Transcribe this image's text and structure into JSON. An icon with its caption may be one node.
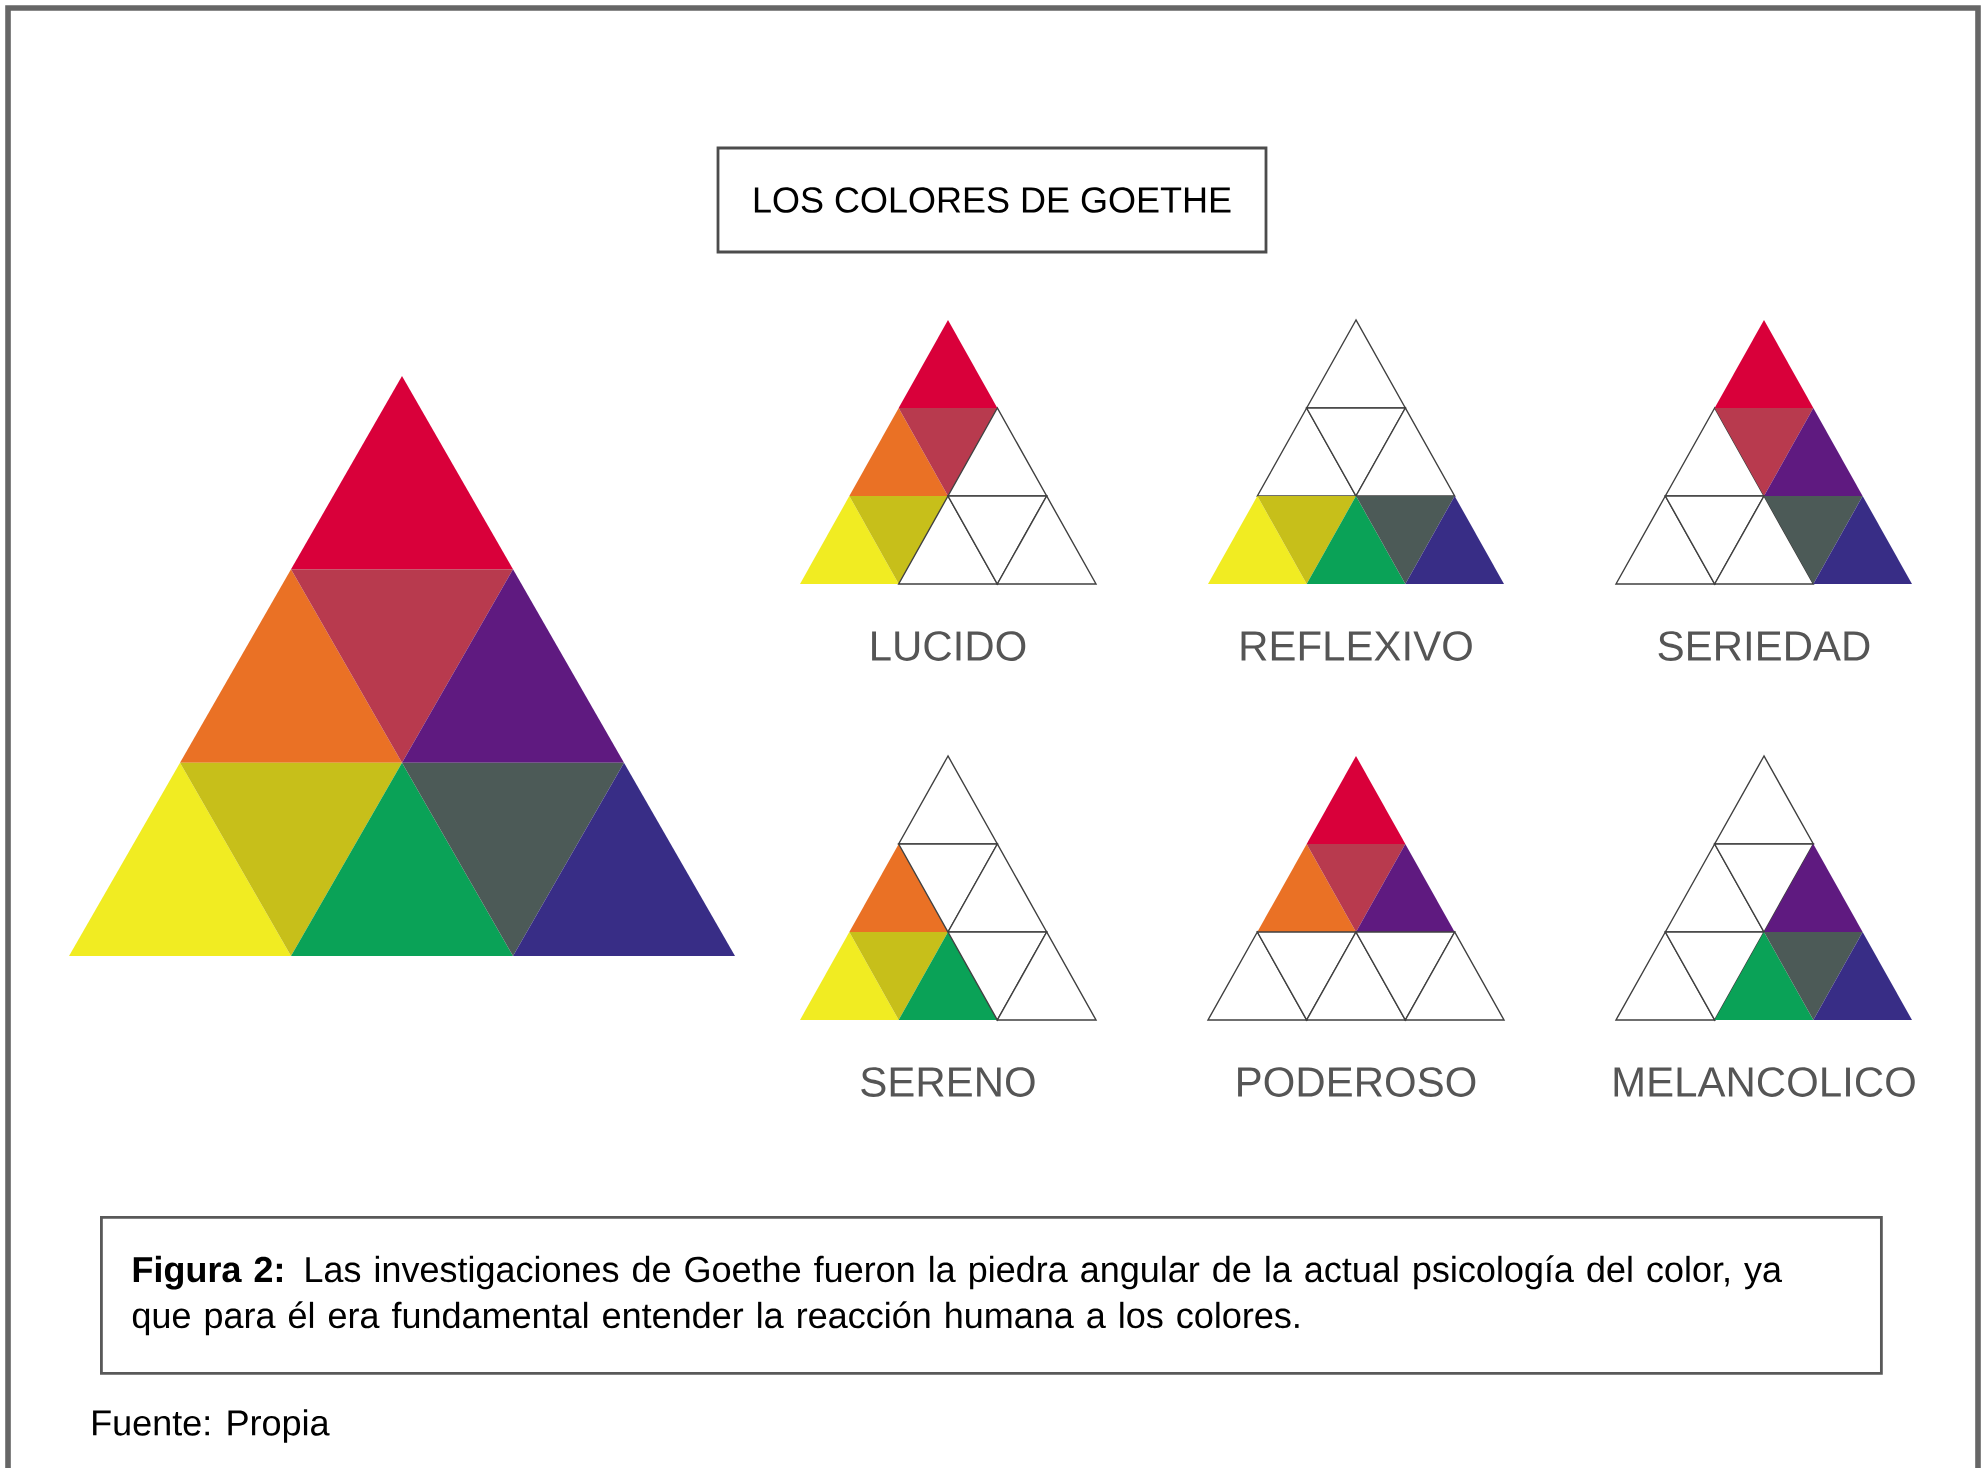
{
  "diagram": {
    "title": "LOS COLORES DE GOETHE",
    "caption": "**Figura 2:** Las investigaciones de Goethe fueron la piedra angular de la actual psicología del color, ya que para él era fundamental entender la reacción humana a los colores.",
    "labels": [
      "LUCIDO",
      "REFLEXIVO",
      "SERIEDAD",
      "SERENO",
      "PODEROSO",
      "MELANCOLICO",
      "Fuente: Propia"
    ]
  }
}
